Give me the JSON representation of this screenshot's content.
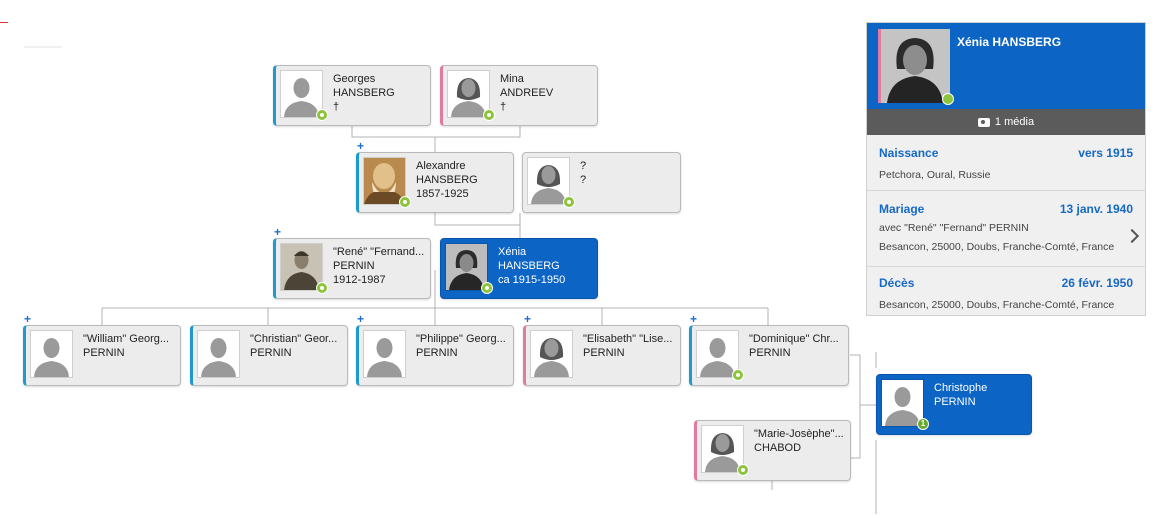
{
  "tree": {
    "grandparents": [
      {
        "first": "Georges",
        "last": "HANSBERG",
        "dates": "†"
      },
      {
        "first": "Mina",
        "last": "ANDREEV",
        "dates": "†"
      }
    ],
    "parents": [
      {
        "first": "Alexandre",
        "last": "HANSBERG",
        "dates": "1857-1925"
      },
      {
        "first": "?",
        "last": "?",
        "dates": ""
      }
    ],
    "spouse": {
      "first": "\"René\" \"Fernand...",
      "last": "PERNIN",
      "dates": "1912-1987"
    },
    "focus": {
      "first": "Xénia",
      "last": "HANSBERG",
      "dates": "ca 1915-1950"
    },
    "children": [
      {
        "first": "\"William\" Georg...",
        "last": "PERNIN"
      },
      {
        "first": "\"Christian\" Geor...",
        "last": "PERNIN"
      },
      {
        "first": "\"Philippe\" Georg...",
        "last": "PERNIN"
      },
      {
        "first": "\"Elisabeth\" \"Lise...",
        "last": "PERNIN"
      },
      {
        "first": "\"Dominique\" Chr...",
        "last": "PERNIN"
      }
    ],
    "child_spouse": {
      "first": "\"Marie-Josèphe\"...",
      "last": "CHABOD"
    },
    "grandchild": {
      "first": "Christophe",
      "last": "PERNIN",
      "badge": "1"
    },
    "expand_symbol": "+"
  },
  "panel": {
    "name": "Xénia HANSBERG",
    "media_label": "1 média",
    "events": [
      {
        "type": "Naissance",
        "date": "vers 1915",
        "lines": [
          "Petchora, Oural, Russie"
        ]
      },
      {
        "type": "Mariage",
        "date": "13 janv. 1940",
        "lines": [
          "avec \"René\" \"Fernand\" PERNIN",
          "Besancon, 25000, Doubs, Franche-Comté, France"
        ]
      },
      {
        "type": "Décès",
        "date": "26 févr. 1950",
        "lines": [
          "Besancon, 25000, Doubs, Franche-Comté, France"
        ]
      }
    ]
  },
  "colors": {
    "selected": "#0c64c4",
    "male": "#1d9bd1",
    "female": "#e07aa0",
    "accent_text": "#1669c4"
  }
}
